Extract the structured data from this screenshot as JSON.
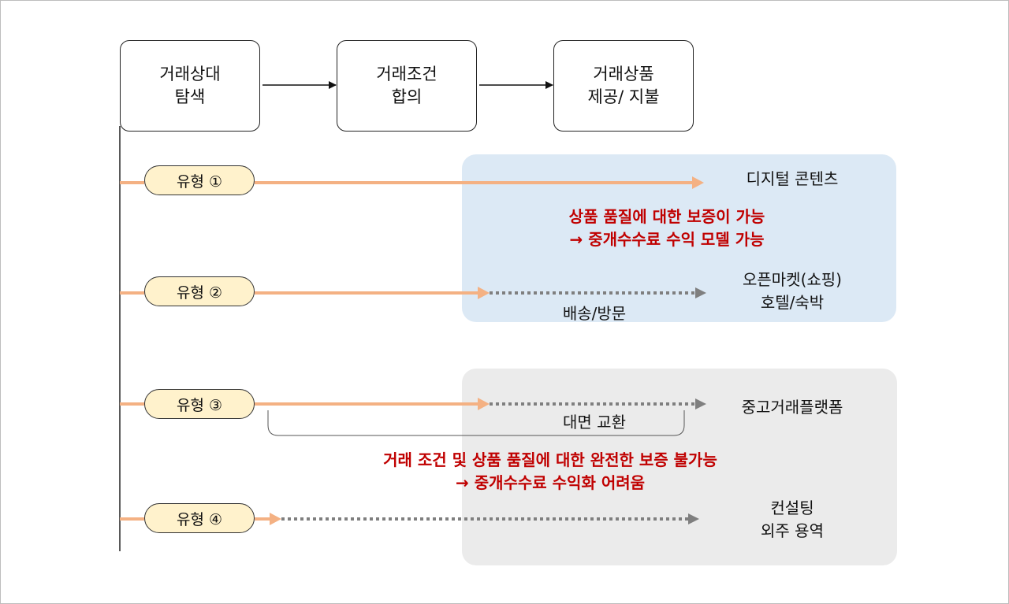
{
  "colors": {
    "accent_orange": "#f4b183",
    "pill_fill": "#fff2cc",
    "zone_blue": "#dce9f5",
    "zone_gray": "#ebebeb",
    "red_note": "#c00000",
    "dotted_gray": "#7f7f7f"
  },
  "stages": [
    {
      "label": "거래상대\n탐색"
    },
    {
      "label": "거래조건\n합의"
    },
    {
      "label": "거래상품\n제공/ 지불"
    }
  ],
  "types": [
    {
      "label": "유형 ①"
    },
    {
      "label": "유형 ②"
    },
    {
      "label": "유형 ③"
    },
    {
      "label": "유형 ④"
    }
  ],
  "targets": {
    "digital": "디지털 콘텐츠",
    "openmarket": "오픈마켓(쇼핑)\n호텔/숙박",
    "usedmarket": "중고거래플랫폼",
    "consulting": "컨설팅\n외주 용역"
  },
  "edge_labels": {
    "delivery": "배송/방문",
    "face_to_face": "대면 교환"
  },
  "notes": {
    "blue_zone": "상품 품질에 대한 보증이 가능\n→ 중개수수료 수익 모델 가능",
    "gray_zone": "거래 조건 및 상품 품질에 대한 완전한 보증 불가능\n→ 중개수수료 수익화 어려움"
  }
}
